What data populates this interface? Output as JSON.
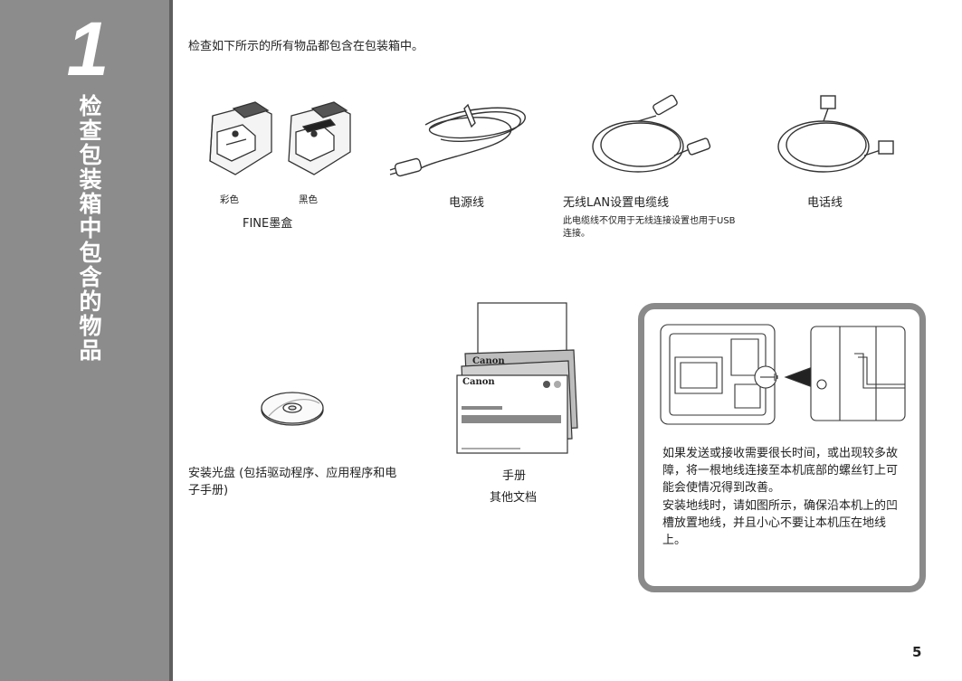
{
  "sidebar": {
    "chapter_number": "1",
    "chapter_title": "检查包装箱中包含的物品"
  },
  "intro": "检查如下所示的所有物品都包含在包装箱中。",
  "items": {
    "ink_color_label": "彩色",
    "ink_black_label": "黑色",
    "ink_name": "FINE墨盒",
    "power_cord": "电源线",
    "lan_cable": "无线LAN设置电缆线",
    "lan_cable_note": "此电缆线不仅用于无线连接设置也用于USB连接。",
    "phone_cord": "电话线",
    "cd_caption": "安装光盘 (包括驱动程序、应用程序和电子手册)",
    "manual": "手册",
    "other_docs": "其他文档",
    "manual_brand": "Canon"
  },
  "ground_note": {
    "para1": "如果发送或接收需要很长时间，或出现较多故障，将一根地线连接至本机底部的螺丝钉上可能会使情况得到改善。",
    "para2": "安装地线时，请如图所示，确保沿本机上的凹槽放置地线，并且小心不要让本机压在地线上。"
  },
  "page_number": "5",
  "colors": {
    "sidebar": "#8c8c8c",
    "box_border": "#8a8a8a",
    "text": "#222222"
  }
}
